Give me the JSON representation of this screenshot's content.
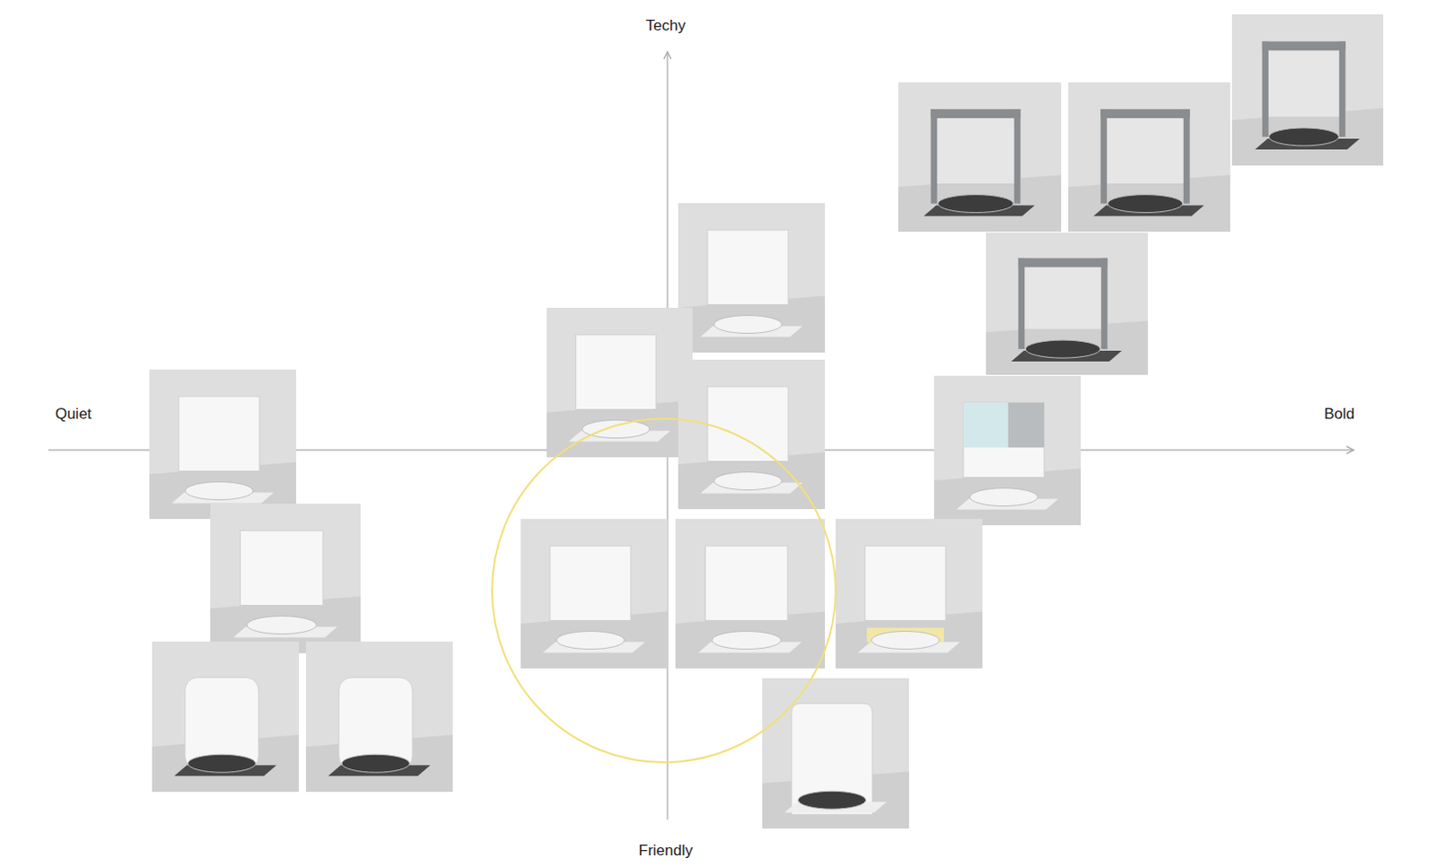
{
  "diagram": {
    "labels": [
      "Techy",
      "Quiet",
      "Bold",
      "Friendly"
    ]
  }
}
